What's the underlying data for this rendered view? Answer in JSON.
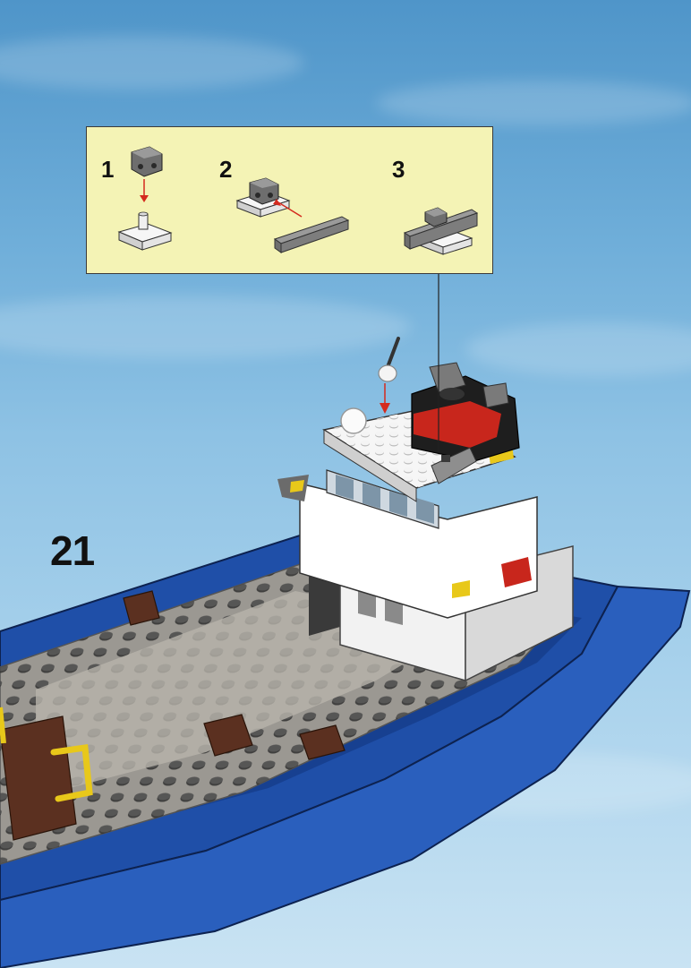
{
  "step": {
    "number": "21"
  },
  "callout": {
    "substeps": [
      {
        "label": "1"
      },
      {
        "label": "2"
      },
      {
        "label": "3"
      }
    ]
  },
  "colors": {
    "sky_top": "#4f95c9",
    "callout_background": "#f4f3b5",
    "hull_blue": "#1f4fa8",
    "deck_gray": "#9b9892",
    "stud_dark": "#3a3a3a",
    "brown": "#5b3020",
    "yellow": "#e8c81a",
    "arrow_red": "#d42a1e",
    "funnel_red": "#c8261c"
  }
}
